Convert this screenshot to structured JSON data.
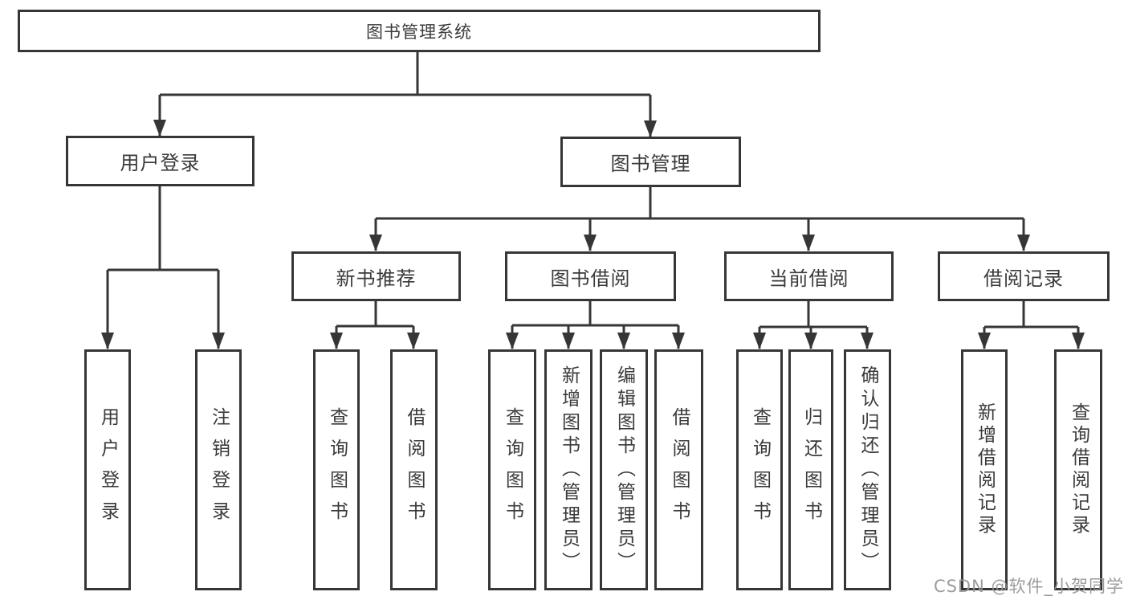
{
  "watermark": "CSDN @软件_小贺同学",
  "nodes": {
    "root": "图书管理系统",
    "user_login": "用户登录",
    "book_mgmt": "图书管理",
    "new_books": "新书推荐",
    "book_borrow": "图书借阅",
    "current_borrow": "当前借阅",
    "borrow_records": "借阅记录"
  },
  "leaves": {
    "user_login": "用户登录",
    "logout": "注销登录",
    "nb_query_books": "查询图书",
    "nb_borrow_books": "借阅图书",
    "bb_query_books": "查询图书",
    "bb_add_books": "新增图书（管理员）",
    "bb_edit_books": "编辑图书（管理员）",
    "bb_borrow_books": "借阅图书",
    "cb_query_books": "查询图书",
    "cb_return_books": "归还图书",
    "cb_confirm_return": "确认归还（管理员）",
    "br_add_record": "新增借阅记录",
    "br_query_record": "查询借阅记录"
  }
}
